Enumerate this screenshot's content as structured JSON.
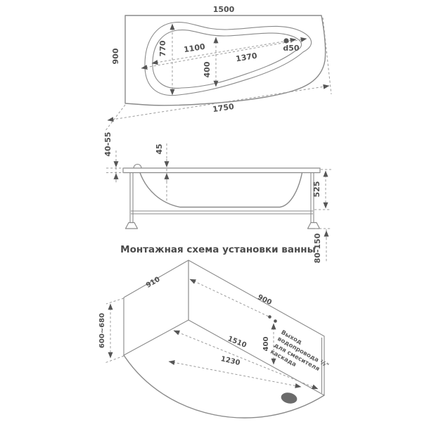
{
  "title": "Монтажная схема установки ванны",
  "colors": {
    "outline": "#8a8a8a",
    "dimension_line": "#9c9c9c",
    "text": "#4f4f4f",
    "arrow": "#565656",
    "drain_fill": "#6b6b6b",
    "background": "#ffffff"
  },
  "top_view": {
    "width": "1500",
    "depth": "900",
    "bowl_width": "770",
    "bowl_depth": "400",
    "drain_distance": "1100",
    "bowl_length": "1370",
    "drain_diameter": "d50",
    "front_edge": "1750"
  },
  "side_view": {
    "rim_height_range": "40-55",
    "rim_inset": "45",
    "body_height": "525",
    "feet_adjust_range": "80-150"
  },
  "iso_view": {
    "left_wall_width": "910",
    "outlet_wall_distance": "900",
    "base_length": "1510",
    "drain_distance": "1230",
    "outlet_height": "400",
    "install_height_range": "600~680",
    "outlet_note": [
      "Выход",
      "водопровода ½\"",
      "для смесителя",
      "каскада"
    ]
  }
}
